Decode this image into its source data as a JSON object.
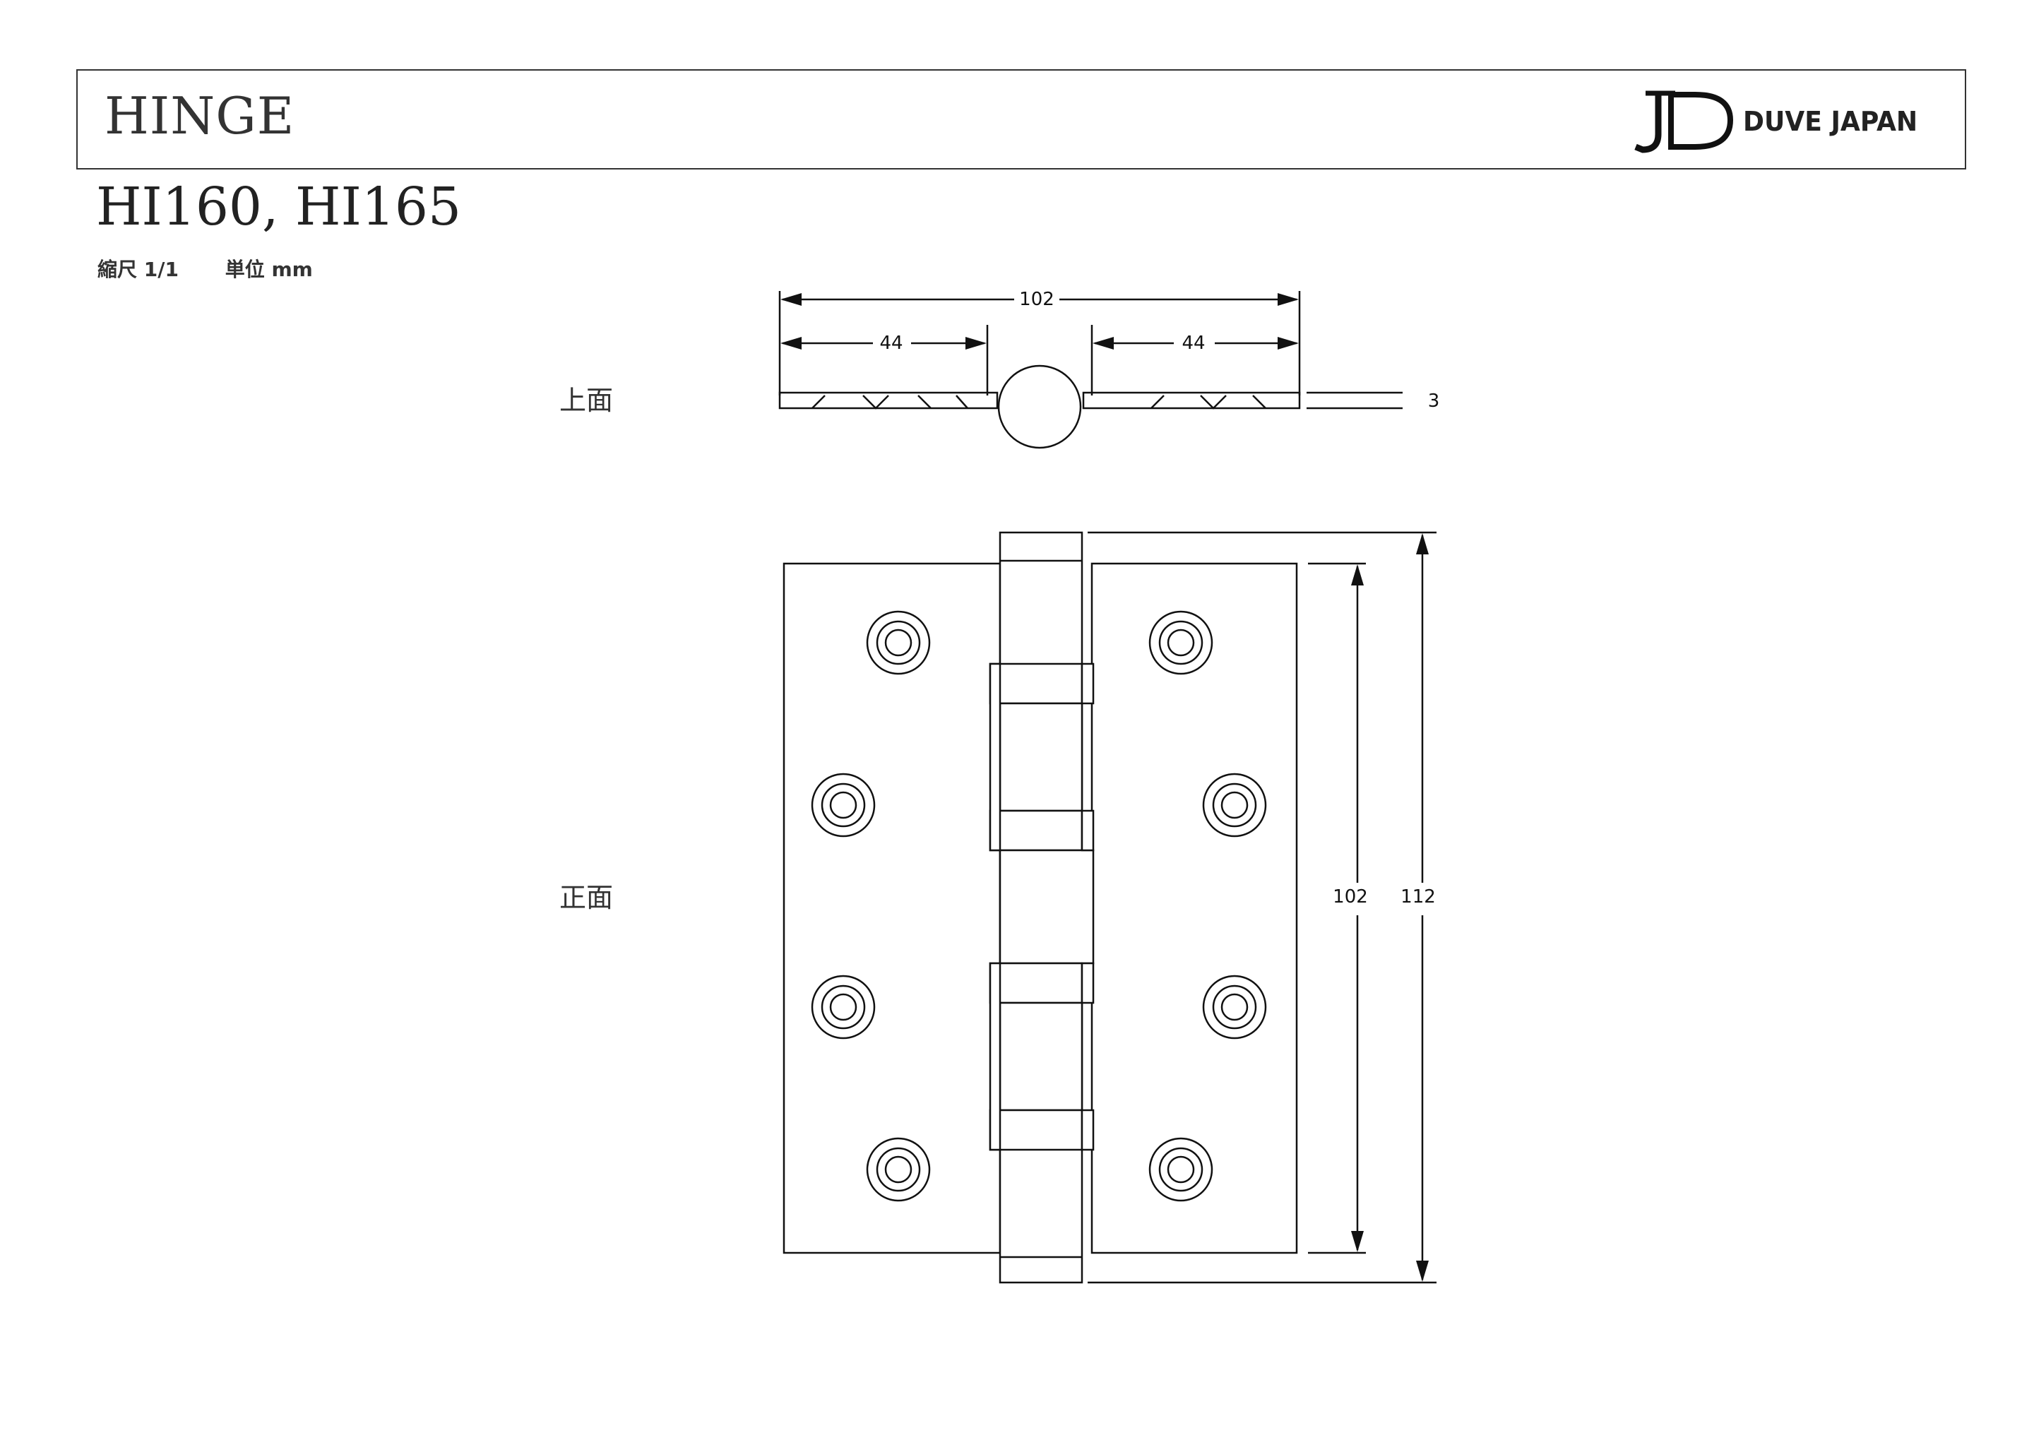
{
  "header": {
    "title": "HINGE",
    "brand": "DUVE JAPAN"
  },
  "model": "HI160, HI165",
  "scale": {
    "scale_label": "縮尺 1/1",
    "unit_label": "単位 mm"
  },
  "views": {
    "top_label": "上面",
    "front_label": "正面"
  },
  "dimensions": {
    "top_overall": "102",
    "top_left_leaf": "44",
    "top_right_leaf": "44",
    "thickness": "3",
    "leaf_height": "102",
    "overall_height": "112"
  }
}
